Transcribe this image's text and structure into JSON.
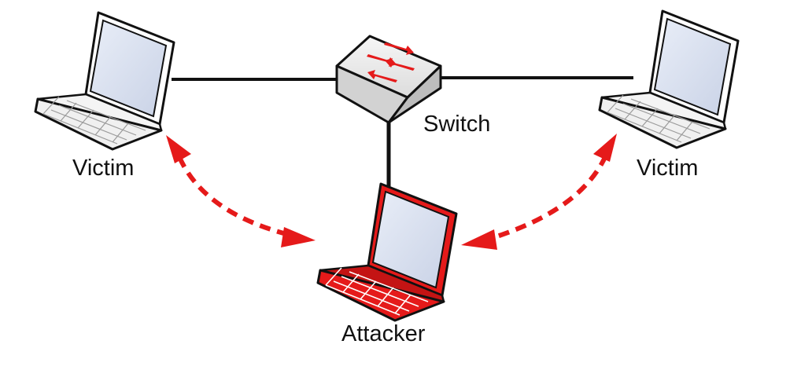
{
  "nodes": {
    "victim_left": {
      "label": "Victim",
      "icon": "laptop-icon"
    },
    "victim_right": {
      "label": "Victim",
      "icon": "laptop-icon"
    },
    "switch": {
      "label": "Switch",
      "icon": "network-switch-icon"
    },
    "attacker": {
      "label": "Attacker",
      "icon": "laptop-icon"
    }
  },
  "links": [
    {
      "from": "victim_left",
      "to": "switch",
      "style": "solid"
    },
    {
      "from": "switch",
      "to": "victim_right",
      "style": "solid"
    },
    {
      "from": "switch",
      "to": "attacker",
      "style": "solid"
    },
    {
      "from": "victim_left",
      "to": "attacker",
      "style": "dashed-bidirectional"
    },
    {
      "from": "victim_right",
      "to": "attacker",
      "style": "dashed-bidirectional"
    }
  ],
  "colors": {
    "attack": "#e51a1a",
    "line": "#111111",
    "screen": "#d8dff0",
    "laptop_body": "#ffffff",
    "switch_body": "#e6e6e6"
  }
}
